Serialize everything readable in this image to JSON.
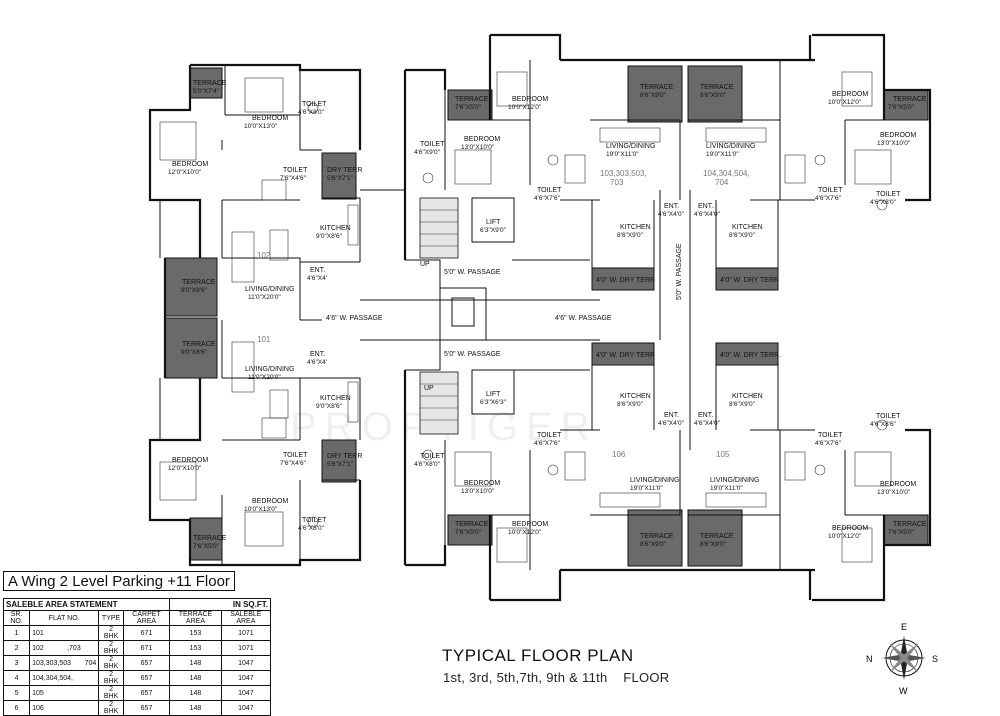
{
  "watermark": "PROPTIGER",
  "flats": {
    "f101": "101",
    "f102": "102",
    "f103": "103,303,503,\n703",
    "f104": "104,304,504,\n704",
    "f105": "105",
    "f106": "106"
  },
  "rooms": {
    "terrace_5x7_4": "TERRACE",
    "terrace_5x7_4_dim": "5'0\"X7'4\"",
    "bedroom_10x13": "BEDROOM",
    "bedroom_10x13_dim": "10'0\"X13'0\"",
    "toilet_4_6x8": "TOILET",
    "toilet_4_6x8_dim": "4'6\"X8'0\"",
    "bedroom_12x10": "BEDROOM",
    "bedroom_12x10_dim": "12'0\"X10'0\"",
    "toilet_7_6x4_6": "TOILET",
    "toilet_7_6x4_6_dim": "7'6\"X4'6\"",
    "dry_terr_5_6x7_1": "DRY TERR",
    "dry_terr_5_6x7_1_dim": "5'6\"X7'1\"",
    "kitchen_9x8_6": "KITCHEN",
    "kitchen_9x8_6_dim": "9'0\"X8'6\"",
    "terrace_9x8_6": "TERRACE",
    "terrace_9x8_6_dim": "9'0\"X8'6\"",
    "ent_4_6x4": "ENT.",
    "ent_4_6x4_dim": "4'6\"X4'",
    "living_11x20": "LIVING/DINING",
    "living_11x20_dim": "11'0\"X20'0\"",
    "terrace_7_6x5": "TERRACE",
    "terrace_7_6x5_dim": "7'6\"X5'0\"",
    "bedroom_10x12": "BEDROOM",
    "bedroom_10x12_dim": "10'0\"X12'0\"",
    "terrace_8_6x9": "TERRACE",
    "terrace_8_6x9_dim": "8'6\"X9'0\"",
    "toilet_4_6x9": "TOILET",
    "toilet_4_6x9_dim": "4'6\"X9'0\"",
    "bedroom_13x10": "BEDROOM",
    "bedroom_13x10_dim": "13'0\"X10'0\"",
    "living_19x11": "LIVING/DINING",
    "living_19x11_dim": "19'0\"X11'0\"",
    "toilet_4_6x7_6": "TOILET",
    "toilet_4_6x7_6_dim": "4'6\"X7'6\"",
    "lift_6_3x9": "LIFT",
    "lift_6_3x9_dim": "6'3\"X9'0\"",
    "ent_4_6x4_0": "ENT.",
    "ent_4_6x4_0_dim": "4'6\"X4'0\"",
    "kitchen_8_6x9": "KITCHEN",
    "kitchen_8_6x9_dim": "8'6\"X9'0\"",
    "dry_terr_4w": "4'0\" W. DRY TERR",
    "dry_terr_4w_b": "4'0\" W. DRY TERR.",
    "lift_6_3x6_3": "LIFT",
    "lift_6_3x6_3_dim": "6'3\"X6'3\"",
    "toilet_4_6x8_6": "TOILET",
    "toilet_4_6x8_6_dim": "4'6\"X8'6\"",
    "up": "UP",
    "toilet_4_6x8b": "TOILET",
    "toilet_4_6x8b_dim": "4'6\"X8'0\""
  },
  "passages": {
    "p5_top": "5'0\" W. PASSAGE",
    "p46_left": "4'6\" W. PASSAGE",
    "p46_right": "4'6\" W. PASSAGE",
    "p5_mid": "5'0\" W. PASSAGE",
    "p5_right": "5'0\" W. PASSAGE"
  },
  "wing_title": "A Wing 2 Level Parking +11 Floor",
  "table": {
    "caption": "SALEBLE AREA STATEMENT",
    "unit": "IN SQ.FT.",
    "headers": [
      "SR. NO.",
      "FLAT NO.",
      "TYPE",
      "CARPET AREA",
      "TERRACE AREA",
      "SALEBLE AREA"
    ],
    "rows": [
      [
        "1",
        "101",
        "2 BHK",
        "671",
        "153",
        "1071"
      ],
      [
        "2",
        "102            ,703",
        "2 BHK",
        "671",
        "153",
        "1071"
      ],
      [
        "3",
        "103,303,503       704",
        "2 BHK",
        "657",
        "148",
        "1047"
      ],
      [
        "4",
        "104,304,504,",
        "2 BHK",
        "657",
        "148",
        "1047"
      ],
      [
        "5",
        "105",
        "2 BHK",
        "657",
        "148",
        "1047"
      ],
      [
        "6",
        "106",
        "2 BHK",
        "657",
        "148",
        "1047"
      ]
    ]
  },
  "plan_title": "TYPICAL FLOOR PLAN",
  "plan_subtitle": "1st, 3rd, 5th,7th, 9th & 11th    FLOOR",
  "compass": {
    "n": "N",
    "e": "E",
    "s": "S",
    "w": "W"
  }
}
